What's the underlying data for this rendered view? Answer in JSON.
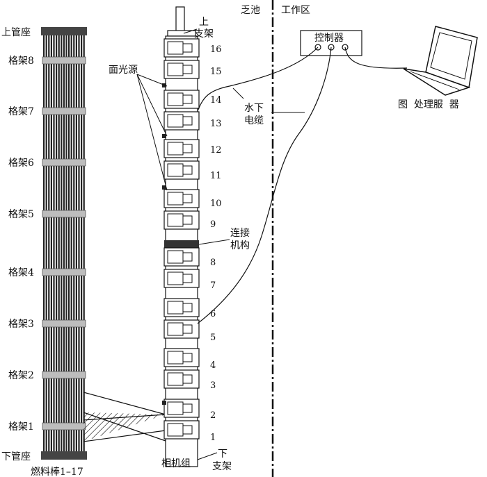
{
  "assembly": {
    "top_nozzle": "上管座",
    "bottom_nozzle": "下管座",
    "grids": [
      "格架8",
      "格架7",
      "格架6",
      "格架5",
      "格架4",
      "格架3",
      "格架2",
      "格架1"
    ],
    "rods": "燃料棒1–17"
  },
  "camera": {
    "top_support": [
      "上",
      "支架"
    ],
    "bottom_support": [
      "下",
      "支架"
    ],
    "light_source": "面光源",
    "connector": [
      "连接",
      "机构"
    ],
    "group": "相机组",
    "numbers": [
      "16",
      "15",
      "14",
      "13",
      "12",
      "11",
      "10",
      "9",
      "8",
      "7",
      "6",
      "5",
      "4",
      "3",
      "2",
      "1"
    ]
  },
  "pool": "乏池",
  "workzone": "工作区",
  "controller": "控制器",
  "cable": [
    "水下",
    "电缆"
  ],
  "server": "图  处理服  器"
}
